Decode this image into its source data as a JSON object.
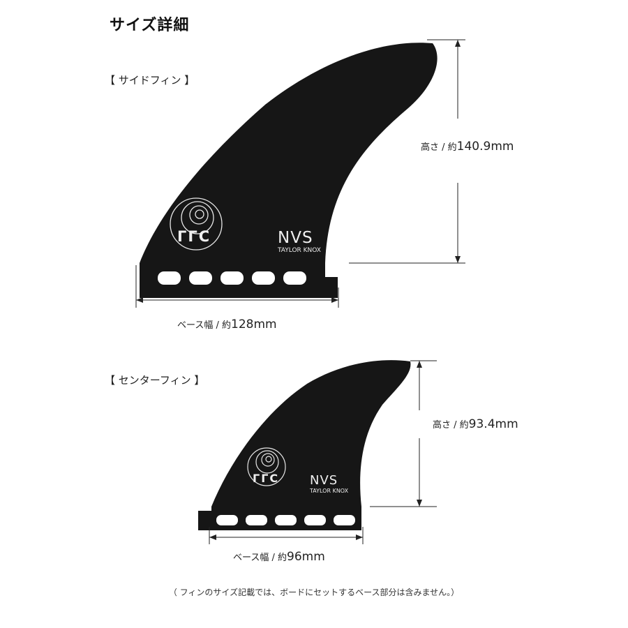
{
  "title": "サイズ詳細",
  "side_fin": {
    "section_label": "【 サイドフィン 】",
    "height_label": "高さ / 約",
    "height_value": "140.9mm",
    "base_label": "ベース幅 / 約",
    "base_value": "128mm",
    "logo_text": "ΓΓC",
    "brand": "NVS",
    "model": "TAYLOR KNOX"
  },
  "center_fin": {
    "section_label": "【 センターフィン 】",
    "height_label": "高さ / 約",
    "height_value": "93.4mm",
    "base_label": "ベース幅 / 約",
    "base_value": "96mm",
    "logo_text": "ΓΓC",
    "brand": "NVS",
    "model": "TAYLOR KNOX"
  },
  "note": "（ フィンのサイズ記載では、ボードにセットするベース部分は含みません。）",
  "colors": {
    "fin": "#161616",
    "line": "#222222"
  }
}
